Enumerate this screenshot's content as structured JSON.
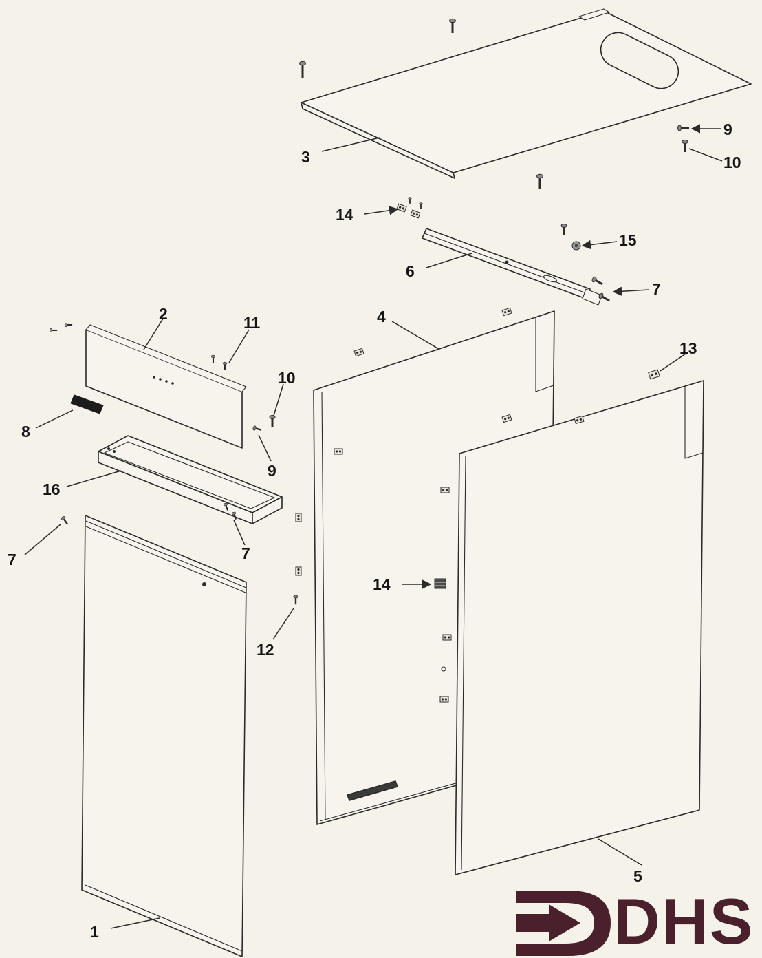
{
  "page": {
    "background_color": "#f5f2e9",
    "line_color": "#2b2b2b"
  },
  "logo": {
    "text": "DHS",
    "color": "#4a202c"
  },
  "callouts": [
    {
      "label": "3"
    },
    {
      "label": "9"
    },
    {
      "label": "10"
    },
    {
      "label": "14"
    },
    {
      "label": "15"
    },
    {
      "label": "6"
    },
    {
      "label": "7"
    },
    {
      "label": "2"
    },
    {
      "label": "11"
    },
    {
      "label": "4"
    },
    {
      "label": "13"
    },
    {
      "label": "10"
    },
    {
      "label": "8"
    },
    {
      "label": "9"
    },
    {
      "label": "16"
    },
    {
      "label": "7"
    },
    {
      "label": "7"
    },
    {
      "label": "14"
    },
    {
      "label": "12"
    },
    {
      "label": "5"
    },
    {
      "label": "1"
    }
  ]
}
